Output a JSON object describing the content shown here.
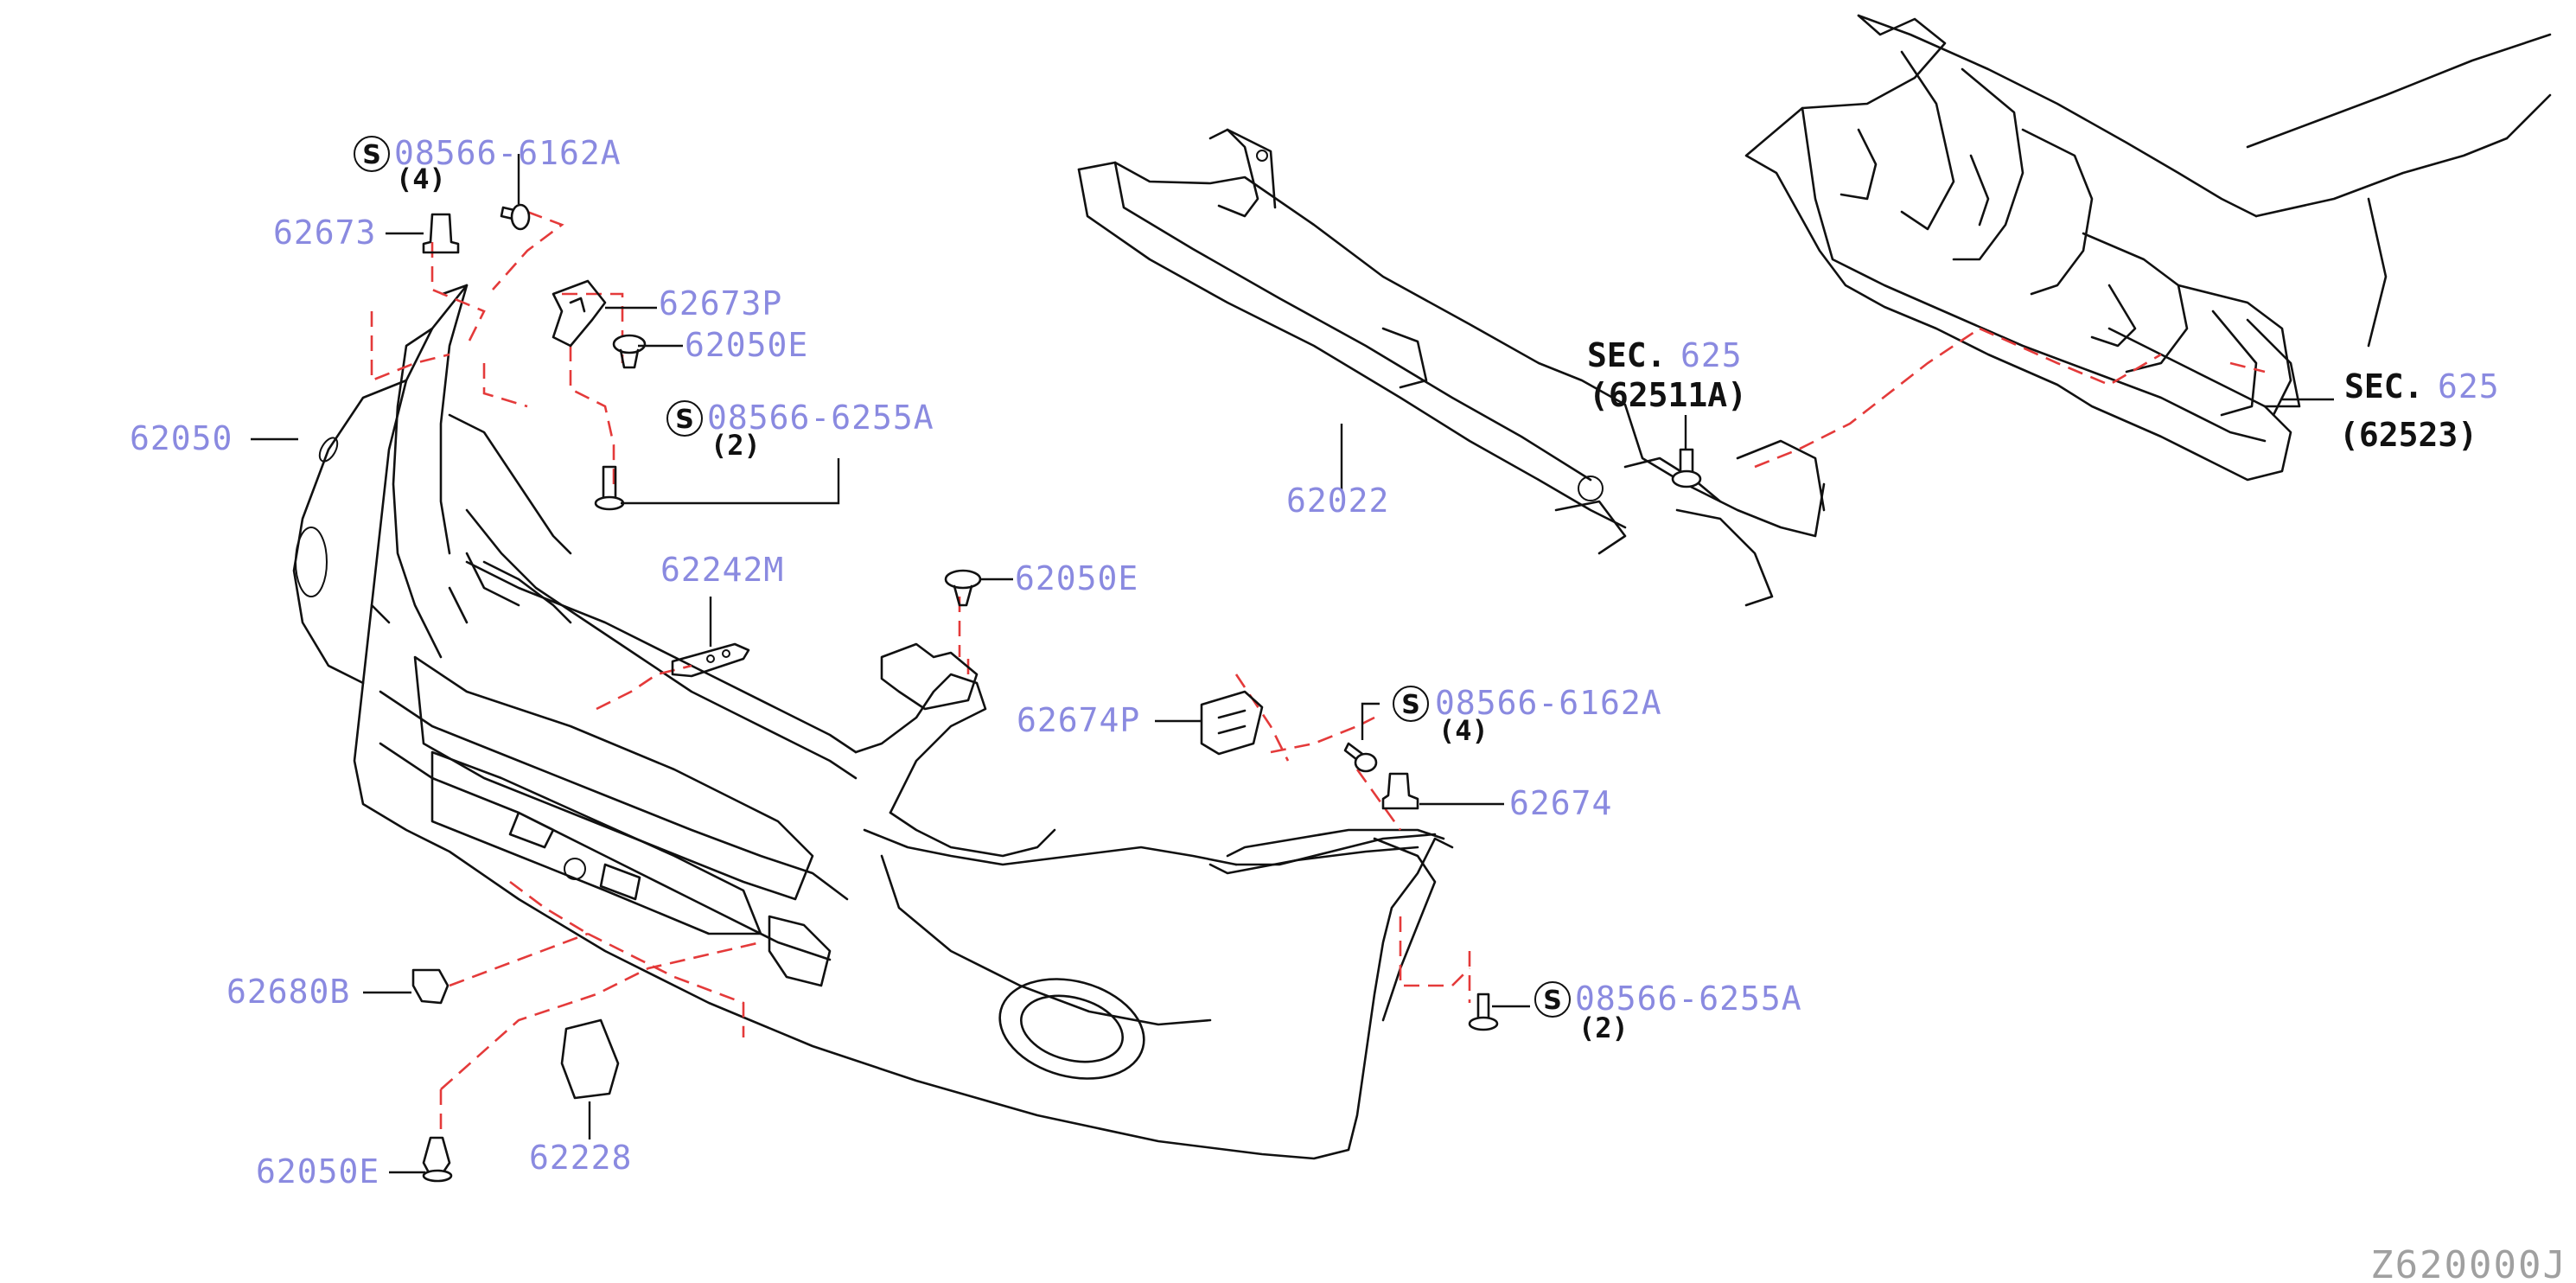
{
  "diagram": {
    "reference_code": "Z620000J",
    "standard_mark": "S",
    "callouts": {
      "screw_upper_left": {
        "part": "08566-6162A",
        "qty": "(4)"
      },
      "clip_upper_left": {
        "part": "62673"
      },
      "bracket_upper_left": {
        "part": "62673P"
      },
      "clip_upper_left_2": {
        "part": "62050E"
      },
      "bolt_upper_left": {
        "part": "08566-6255A",
        "qty": "(2)"
      },
      "bumper_fascia": {
        "part": "62050"
      },
      "bracket_center": {
        "part": "62242M"
      },
      "clip_center": {
        "part": "62050E"
      },
      "reinforcement": {
        "part": "62022"
      },
      "bracket_right": {
        "part": "62674P"
      },
      "screw_right": {
        "part": "08566-6162A",
        "qty": "(4)"
      },
      "clip_right": {
        "part": "62674"
      },
      "bolt_right": {
        "part": "08566-6255A",
        "qty": "(2)"
      },
      "cover_left": {
        "part": "62680B"
      },
      "cap_lower": {
        "part": "62228"
      },
      "clip_lower": {
        "part": "62050E"
      },
      "sec_reinforcement": {
        "sec": "SEC.",
        "num": "625",
        "ref": "(62511A)"
      },
      "sec_core_support": {
        "sec": "SEC.",
        "num": "625",
        "ref": "(62523)"
      }
    }
  }
}
